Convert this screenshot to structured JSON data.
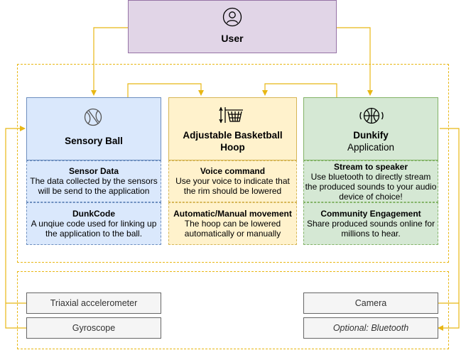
{
  "user": {
    "label": "User",
    "icon": "user-icon"
  },
  "columns": [
    {
      "id": "sensory-ball",
      "title": "Sensory Ball",
      "subtitle": "",
      "icon": "basketball-icon",
      "cells": [
        {
          "title": "Sensor Data",
          "body": "The data collected by the sensors will be send to the application"
        },
        {
          "title": "DunkCode",
          "body": "A unqiue code used for linking up the application to the ball."
        }
      ]
    },
    {
      "id": "hoop",
      "title": "Adjustable Basketball Hoop",
      "subtitle": "",
      "icon": "basketball-hoop-icon",
      "cells": [
        {
          "title": "Voice command",
          "body": "Use your voice to indicate that the rim should be lowered"
        },
        {
          "title": "Automatic/Manual movement",
          "body": "The hoop can be lowered automatically or manually"
        }
      ]
    },
    {
      "id": "dunkify",
      "title": "Dunkify",
      "subtitle": "Application",
      "icon": "sound-ball-icon",
      "cells": [
        {
          "title": "Stream to speaker",
          "body": "Use bluetooth to directly stream the produced sounds to your audio device of choice!"
        },
        {
          "title": "Community Engagement",
          "body": "Share produced sounds online for millions to hear."
        }
      ]
    }
  ],
  "hardware": {
    "left": [
      "Triaxial accelerometer",
      "Gyroscope"
    ],
    "right": [
      "Camera",
      "Optional: Bluetooth"
    ]
  },
  "colors": {
    "arrow": "#e8b714",
    "user_fill": "#e1d5e7",
    "blue_fill": "#dae8fc",
    "yellow_fill": "#fff2cc",
    "green_fill": "#d5e8d4",
    "hardware_fill": "#f5f5f5"
  }
}
